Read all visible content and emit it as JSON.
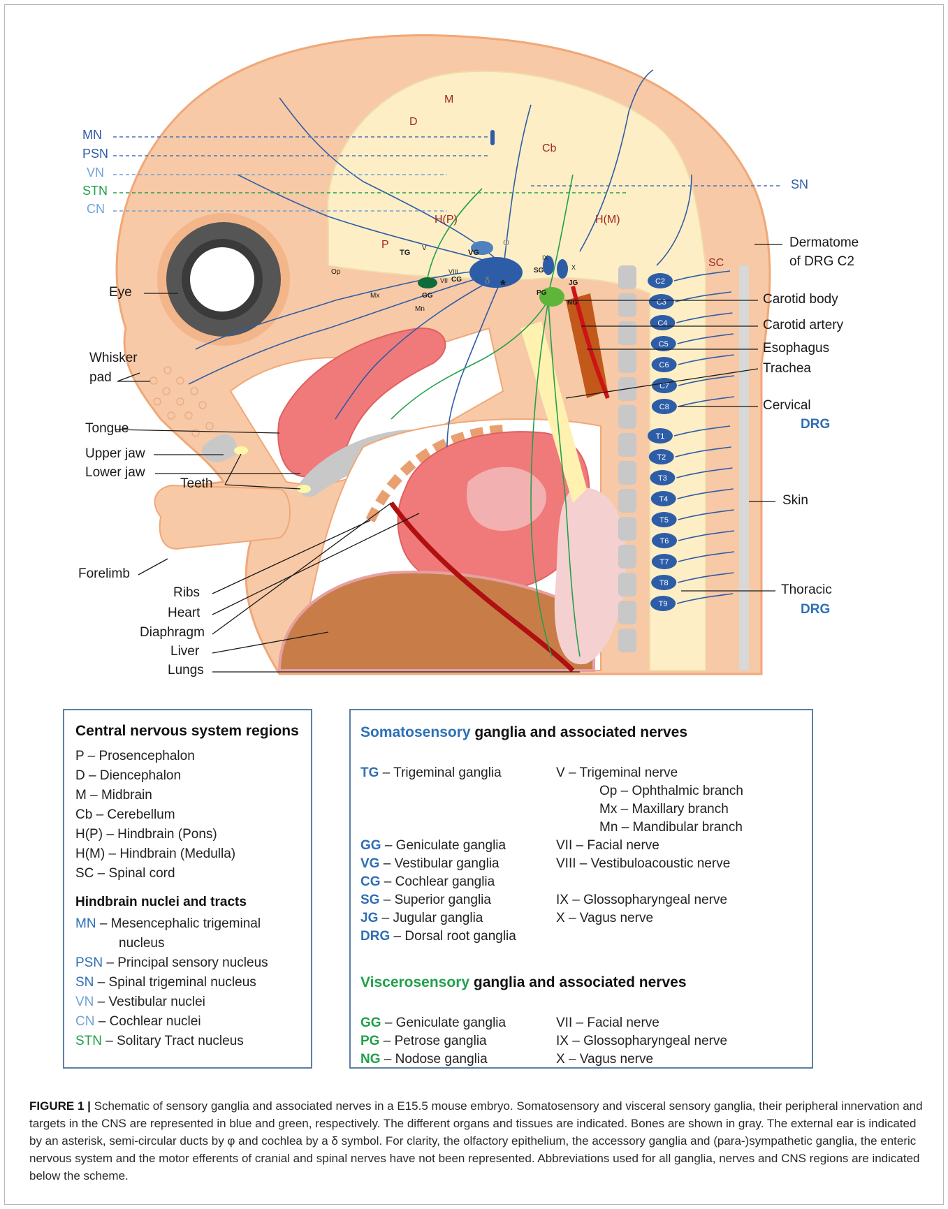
{
  "scheme": {
    "left_labels": {
      "MN": "MN",
      "PSN": "PSN",
      "VN": "VN",
      "STN": "STN",
      "CN": "CN",
      "Eye": "Eye",
      "Whisker": "Whisker",
      "pad": "pad",
      "Tongue": "Tongue",
      "Upper_jaw": "Upper jaw",
      "Lower_jaw": "Lower jaw",
      "Teeth": "Teeth",
      "Forelimb": "Forelimb",
      "Ribs": "Ribs",
      "Heart": "Heart",
      "Diaphragm": "Diaphragm",
      "Liver": "Liver",
      "Lungs": "Lungs"
    },
    "right_labels": {
      "SN": "SN",
      "Dermatome": "Dermatome",
      "of_DRG_C2": "of DRG C2",
      "Carotid_body": "Carotid body",
      "Carotid_artery": "Carotid artery",
      "Esophagus": "Esophagus",
      "Trachea": "Trachea",
      "Cervical": "Cervical",
      "DRG_cervical": "DRG",
      "Skin": "Skin",
      "Thoracic": "Thoracic",
      "DRG_thoracic": "DRG"
    },
    "region_labels": {
      "M": "M",
      "D": "D",
      "Cb": "Cb",
      "HP": "H(P)",
      "HM": "H(M)",
      "P": "P",
      "SC": "SC"
    },
    "ganglion_labels": {
      "TG": "TG",
      "V": "V",
      "Op": "Op",
      "Mx": "Mx",
      "Mn": "Mn",
      "VG": "VG",
      "VIII": "VIII",
      "VII": "VII",
      "CG": "CG",
      "GG": "GG",
      "IX": "IX",
      "X": "X",
      "SG": "SG",
      "JG": "JG",
      "PG": "PG",
      "NG": "NG",
      "asterisk": "*",
      "phi": "φ",
      "delta": "δ"
    },
    "drg_cervical": [
      "C2",
      "C3",
      "C4",
      "C5",
      "C6",
      "C7",
      "C8"
    ],
    "drg_thoracic": [
      "T1",
      "T2",
      "T3",
      "T4",
      "T5",
      "T6",
      "T7",
      "T8",
      "T9"
    ],
    "colors": {
      "skin": "#f7c9a6",
      "skin_outline": "#f0a878",
      "brain": "#fdeec5",
      "bone": "#c8c8c8",
      "somatosensory": "#2e5da8",
      "viscerosensory": "#22a04b",
      "artery": "#cc1414",
      "heart": "#f07a7a",
      "liver": "#c87d49",
      "lung": "#f5d0d0",
      "region_text": "#a0281e"
    }
  },
  "cns_box": {
    "title": "Central nervous system regions",
    "regions": [
      "P – Prosencephalon",
      "D – Diencephalon",
      "M – Midbrain",
      "Cb – Cerebellum",
      "H(P) – Hindbrain (Pons)",
      "H(M) – Hindbrain (Medulla)",
      "SC – Spinal cord"
    ],
    "nuclei_title": "Hindbrain nuclei and tracts",
    "nuclei": [
      {
        "abbr": "MN",
        "text": " – Mesencephalic trigeminal",
        "cont": "nucleus"
      },
      {
        "abbr": "PSN",
        "text": " – Principal sensory nucleus"
      },
      {
        "abbr": "SN",
        "text": " – Spinal trigeminal nucleus"
      },
      {
        "abbr": "VN",
        "text": " – Vestibular nuclei"
      },
      {
        "abbr": "CN",
        "text": " – Cochlear nuclei"
      },
      {
        "abbr": "STN",
        "text": " – Solitary Tract nucleus"
      }
    ]
  },
  "ganglia_box": {
    "soma_title_colored": "Somatosensory",
    "soma_title_rest": " ganglia and associated nerves",
    "soma_ganglia": [
      {
        "abbr": "TG",
        "text": " – Trigeminal ganglia"
      },
      {
        "abbr": "GG",
        "text": " – Geniculate ganglia"
      },
      {
        "abbr": "VG",
        "text": " – Vestibular ganglia"
      },
      {
        "abbr": "CG",
        "text": " – Cochlear ganglia"
      },
      {
        "abbr": "SG",
        "text": " – Superior ganglia"
      },
      {
        "abbr": "JG",
        "text": " – Jugular ganglia"
      },
      {
        "abbr": "DRG",
        "text": " – Dorsal root ganglia"
      }
    ],
    "soma_nerves": [
      "V – Trigeminal nerve",
      "Op – Ophthalmic branch",
      "Mx – Maxillary branch",
      "Mn – Mandibular branch",
      "VII – Facial nerve",
      "VIII – Vestibuloacoustic nerve",
      "IX – Glossopharyngeal nerve",
      "X – Vagus nerve"
    ],
    "visc_title_colored": "Viscerosensory",
    "visc_title_rest": " ganglia and associated nerves",
    "visc_ganglia": [
      {
        "abbr": "GG",
        "text": " – Geniculate ganglia"
      },
      {
        "abbr": "PG",
        "text": " – Petrose ganglia"
      },
      {
        "abbr": "NG",
        "text": " – Nodose ganglia"
      }
    ],
    "visc_nerves": [
      "VII – Facial nerve",
      "IX – Glossopharyngeal nerve",
      "X – Vagus nerve"
    ]
  },
  "caption": {
    "label": "FIGURE 1 |",
    "text": " Schematic of sensory ganglia and associated nerves in a E15.5 mouse embryo. Somatosensory and visceral sensory ganglia, their peripheral innervation and targets in the CNS are represented in blue and green, respectively. The different organs and tissues are indicated. Bones are shown in gray. The external ear is indicated by an asterisk, semi-circular ducts by φ and cochlea by a δ symbol. For clarity, the olfactory epithelium, the accessory ganglia and (para-)sympathetic ganglia, the enteric nervous system and the motor efferents of cranial and spinal nerves have not been represented. Abbreviations used for all ganglia, nerves and CNS regions are indicated below the scheme."
  }
}
